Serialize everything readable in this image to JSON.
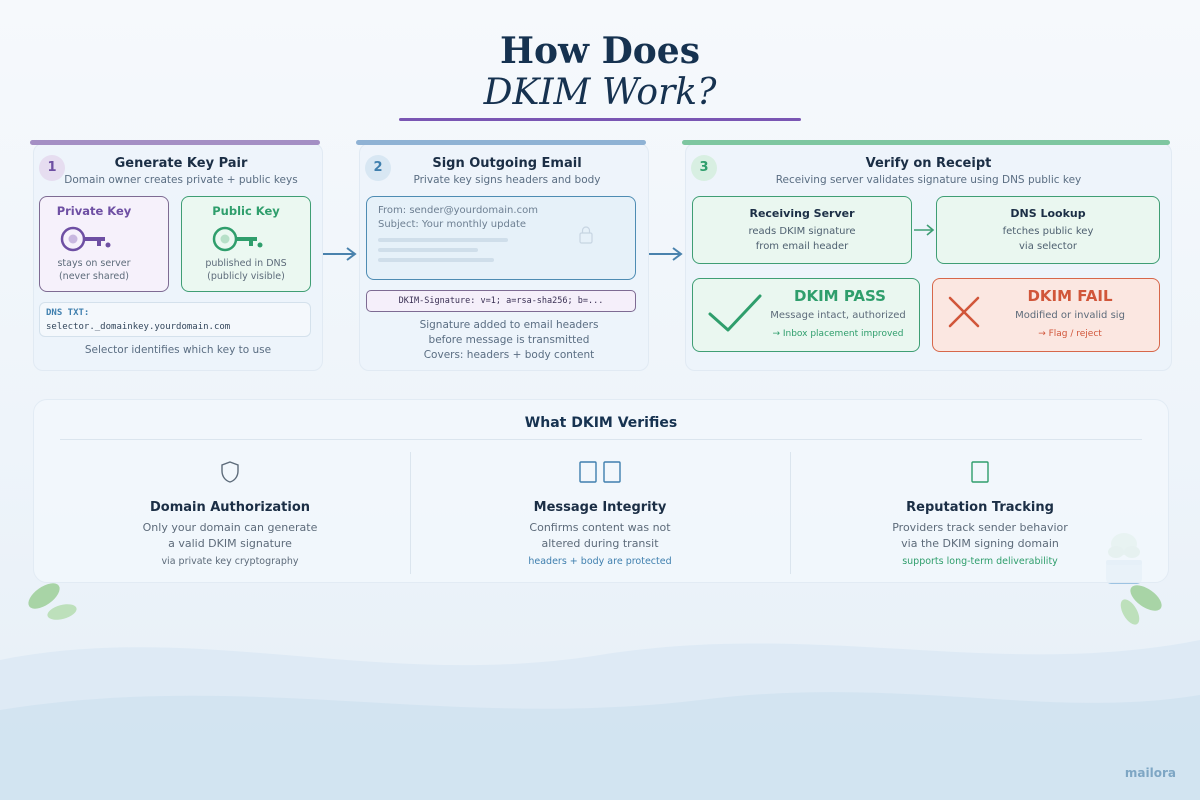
{
  "header": {
    "line1": "How Does",
    "line2": "DKIM Work?"
  },
  "steps": [
    {
      "number": "1",
      "title": "Generate Key Pair",
      "subtitle": "Domain owner creates private + public keys",
      "private_key": {
        "label": "Private Key",
        "note1": "stays on server",
        "note2": "(never shared)"
      },
      "public_key": {
        "label": "Public Key",
        "note1": "published in DNS",
        "note2": "(publicly visible)"
      },
      "dns_label": "DNS TXT:",
      "dns_value": "selector._domainkey.yourdomain.com",
      "footer": "Selector identifies which key to use"
    },
    {
      "number": "2",
      "title": "Sign Outgoing Email",
      "subtitle": "Private key signs headers and body",
      "email_from": "From: sender@yourdomain.com",
      "email_subject": "Subject: Your monthly update",
      "signature": "DKIM-Signature: v=1; a=rsa-sha256; b=...",
      "footer1": "Signature added to email headers",
      "footer2": "before message is transmitted",
      "footer3": "Covers: headers + body content"
    },
    {
      "number": "3",
      "title": "Verify on Receipt",
      "subtitle": "Receiving server validates signature using DNS public key",
      "receiving": {
        "title": "Receiving Server",
        "line1": "reads DKIM signature",
        "line2": "from email header"
      },
      "dns_lookup": {
        "title": "DNS Lookup",
        "line1": "fetches public key",
        "line2": "via selector"
      },
      "pass": {
        "title": "DKIM PASS",
        "line1": "Message intact, authorized",
        "line2": "→ Inbox placement improved"
      },
      "fail": {
        "title": "DKIM FAIL",
        "line1": "Modified or invalid sig",
        "line2": "→ Flag / reject"
      }
    }
  ],
  "verifies": {
    "title": "What DKIM Verifies",
    "columns": [
      {
        "icon": "shield-icon",
        "title": "Domain Authorization",
        "line1": "Only your domain can generate",
        "line2": "a valid DKIM signature",
        "foot": "via private key cryptography"
      },
      {
        "icon": "document-check-icon",
        "title": "Message Integrity",
        "line1": "Confirms content was not",
        "line2": "altered during transit",
        "foot": "headers + body are protected"
      },
      {
        "icon": "chart-icon",
        "title": "Reputation Tracking",
        "line1": "Providers track sender behavior",
        "line2": "via the DKIM signing domain",
        "foot": "supports long-term deliverability"
      }
    ]
  },
  "brand": "mailora",
  "colors": {
    "purple": "#7a56b3",
    "blue": "#3f7fae",
    "green": "#2f9e6c",
    "red": "#d1563a",
    "navy": "#163250"
  }
}
